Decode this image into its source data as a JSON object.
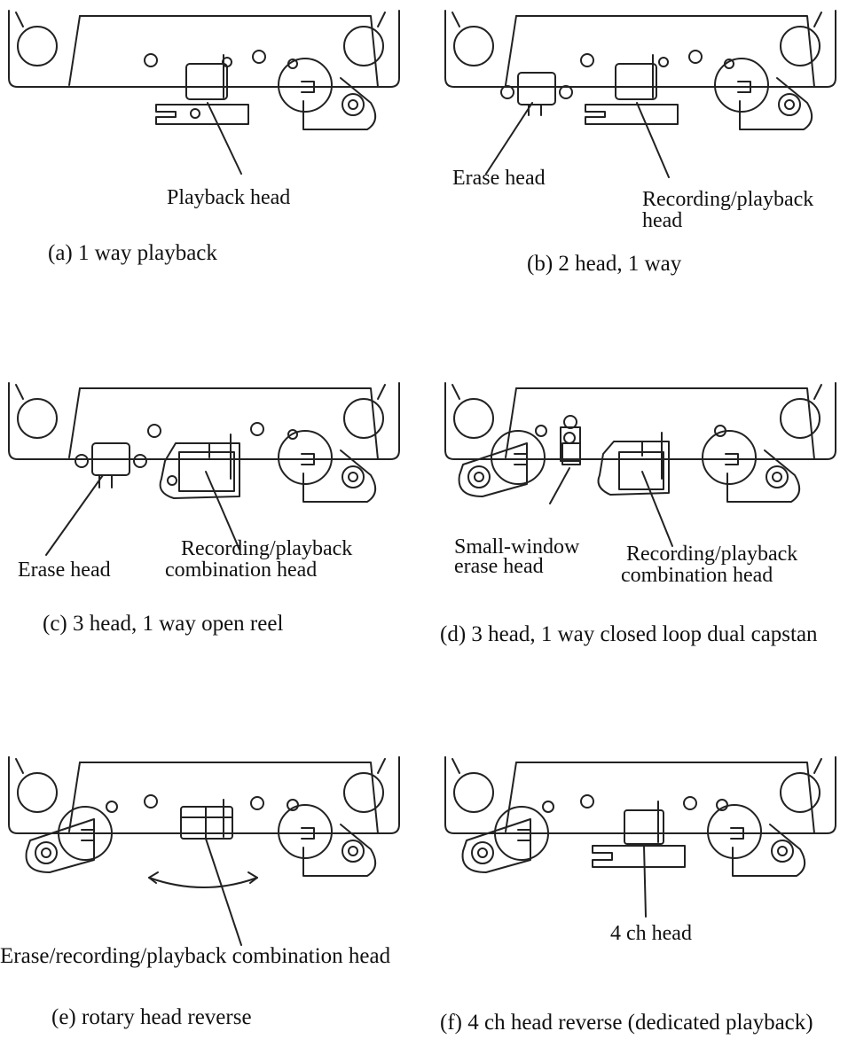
{
  "panels": {
    "a": {
      "caption": "(a) 1 way playback",
      "labels": [
        "Playback head"
      ]
    },
    "b": {
      "caption": "(b) 2 head, 1 way",
      "labels": [
        "Erase head",
        "Recording/playback",
        "head"
      ]
    },
    "c": {
      "caption": "(c) 3 head, 1 way open reel",
      "labels": [
        "Erase head",
        "Recording/playback",
        "combination head"
      ]
    },
    "d": {
      "caption": "(d) 3 head, 1 way closed loop dual capstan",
      "labels": [
        "Small-window",
        "erase head",
        "Recording/playback",
        "combination head"
      ]
    },
    "e": {
      "caption": "(e) rotary head reverse",
      "labels": [
        "Erase/recording/playback combination head"
      ]
    },
    "f": {
      "caption": "(f) 4 ch head reverse (dedicated playback)",
      "labels": [
        "4 ch head"
      ]
    }
  }
}
